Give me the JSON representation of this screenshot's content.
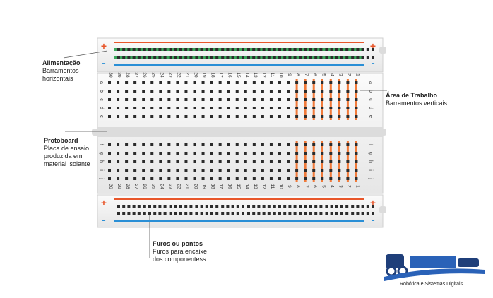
{
  "callouts": {
    "power": {
      "title": "Alimentação",
      "lines": [
        "Barramentos",
        "horizontais"
      ]
    },
    "work": {
      "title": "Área de Trabalho",
      "lines": [
        "Barramentos verticais"
      ]
    },
    "board": {
      "title": "Protoboard",
      "lines": [
        "Placa de ensaio",
        "produzida em",
        "material isolante"
      ]
    },
    "holes": {
      "title": "Furos ou pontos",
      "lines": [
        "Furos para encaixe",
        "dos componentess"
      ]
    }
  },
  "rails": {
    "plus": "+",
    "minus": "-"
  },
  "columns": [
    "30",
    "29",
    "28",
    "27",
    "26",
    "25",
    "24",
    "23",
    "22",
    "21",
    "20",
    "19",
    "18",
    "17",
    "16",
    "15",
    "14",
    "13",
    "12",
    "11",
    "10",
    "9",
    "8",
    "7",
    "6",
    "5",
    "4",
    "3",
    "2",
    "1"
  ],
  "rows_top": [
    "a",
    "b",
    "c",
    "d",
    "e"
  ],
  "rows_bottom": [
    "f",
    "g",
    "h",
    "i",
    "j"
  ],
  "logo": {
    "tagline": "Robótica e Sistemas Digitais."
  },
  "colors": {
    "board": "#e9e9e9",
    "panel": "#f6f6f6",
    "hole": "#2b2b2b",
    "red_line": "#e8562a",
    "blue_line": "#2a8fd6",
    "green_line": "#3aa65a",
    "highlight": "#f07a3a",
    "logo_blue": "#2a62b8"
  }
}
